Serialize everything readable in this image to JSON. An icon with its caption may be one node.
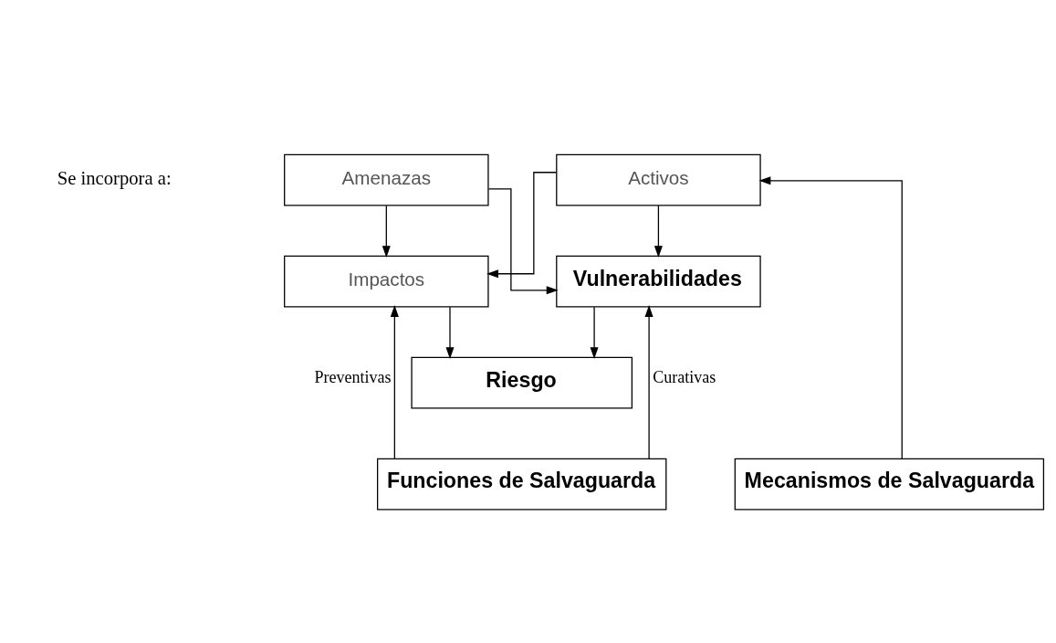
{
  "diagram": {
    "nodes": [
      {
        "text": [
          "Activos"
        ]
      },
      {
        "text": [
          "Amenazas"
        ]
      },
      {
        "text": [
          "Impactos"
        ]
      },
      {
        "text": [
          "Vulnerabilidades"
        ]
      },
      {
        "text": [
          "Riesgo"
        ]
      },
      {
        "text": [
          "Funciones de Salvaguarda"
        ]
      },
      {
        "text": [
          "Mecanismos de Salvaguarda"
        ]
      }
    ],
    "edges": [
      {
        "from": 0,
        "to": 2,
        "arrow": "to"
      },
      {
        "from": 0,
        "to": 3,
        "arrow": "to"
      },
      {
        "from": 1,
        "to": 3,
        "arrow": "to"
      },
      {
        "from": 1,
        "to": 2,
        "arrow": "to"
      },
      {
        "from": 2,
        "to": 4,
        "arrow": "to"
      },
      {
        "from": 3,
        "to": 4,
        "arrow": "to"
      },
      {
        "from": 5,
        "to": 2,
        "label": "Preventivas",
        "arrow": "to"
      },
      {
        "from": 5,
        "to": 3,
        "label": "Curativas",
        "arrow": "to"
      },
      {
        "from": 6,
        "to": 0,
        "arrow": "to"
      }
    ],
    "labels": [
      "Se incorpora a:"
    ]
  }
}
